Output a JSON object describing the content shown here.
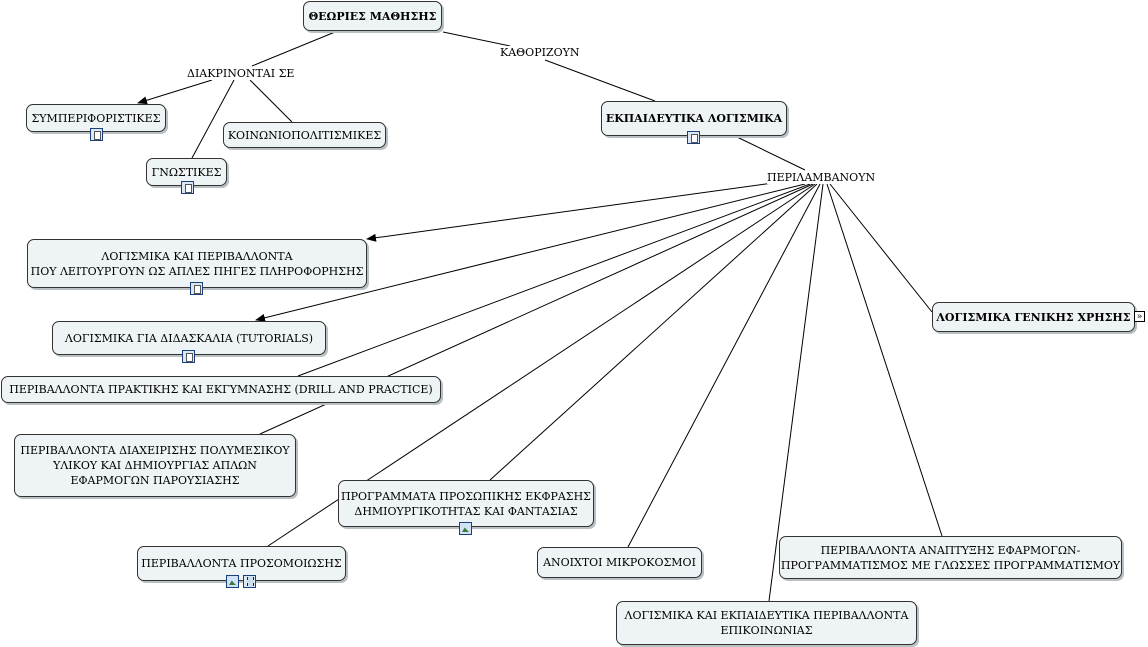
{
  "nodes": {
    "theories": "ΘΕΩΡΙΕΣ ΜΑΘΗΣΗΣ",
    "behaviorist": "ΣΥΜΠΕΡΙΦΟΡΙΣΤΙΚΕΣ",
    "sociocultural": "ΚΟΙΝΩΝΙΟΠΟΛΙΤΙΣΜΙΚΕΣ",
    "cognitive": "ΓΝΩΣΤΙΚΕΣ",
    "edu_software": "ΕΚΠΑΙΔΕΥΤΙΚΑ ΛΟΓΙΣΜΙΚΑ",
    "info_sources_line1": "ΛΟΓΙΣΜΙΚΑ ΚΑΙ ΠΕΡΙΒΑΛΛΟΝΤΑ",
    "info_sources_line2": "ΠΟΥ ΛΕΙΤΟΥΡΓΟΥΝ ΩΣ ΑΠΛΕΣ ΠΗΓΕΣ ΠΛΗΡΟΦΟΡΗΣΗΣ",
    "tutorials": "ΛΟΓΙΣΜΙΚΑ ΓΙΑ ΔΙΔΑΣΚΑΛΙΑ (TUTORIALS)",
    "drill": "ΠΕΡΙΒΑΛΛΟΝΤΑ ΠΡΑΚΤΙΚΗΣ ΚΑΙ ΕΚΓΥΜΝΑΣΗΣ (DRILL AND PRACTICE)",
    "multimedia_line1": "ΠΕΡΙΒΑΛΛΟΝΤΑ ΔΙΑΧΕΙΡΙΣΗΣ ΠΟΛΥΜΕΣΙΚΟΥ",
    "multimedia_line2": "ΥΛΙΚΟΥ ΚΑΙ ΔΗΜΙΟΥΡΓΙΑΣ ΑΠΛΩΝ",
    "multimedia_line3": "ΕΦΑΡΜΟΓΩΝ ΠΑΡΟΥΣΙΑΣΗΣ",
    "expression_line1": "ΠΡΟΓΡΑΜΜΑΤΑ ΠΡΟΣΩΠΙΚΗΣ ΕΚΦΡΑΣΗΣ",
    "expression_line2": "ΔΗΜΙΟΥΡΓΙΚΟΤΗΤΑΣ ΚΑΙ ΦΑΝΤΑΣΙΑΣ",
    "simulation": "ΠΕΡΙΒΑΛΛΟΝΤΑ ΠΡΟΣΟΜΟΙΩΣΗΣ",
    "microworlds": "ΑΝΟΙΧΤΟΙ ΜΙΚΡΟΚΟΣΜΟΙ",
    "communication_line1": "ΛΟΓΙΣΜΙΚΑ ΚΑΙ ΕΚΠΑΙΔΕΥΤΙΚΑ ΠΕΡΙΒΑΛΛΟΝΤΑ",
    "communication_line2": "ΕΠΙΚΟΙΝΩΝΙΑΣ",
    "programming_line1": "ΠΕΡΙΒΑΛΛΟΝΤΑ ΑΝΑΠΤΥΞΗΣ ΕΦΑΡΜΟΓΩΝ-",
    "programming_line2": "ΠΡΟΓΡΑΜΜΑΤΙΣΜΟΣ ΜΕ ΓΛΩΣΣΕΣ ΠΡΟΓΡΑΜΜΑΤΙΣΜΟΥ",
    "general_use": "ΛΟΓΙΣΜΙΚΑ ΓΕΝΙΚΗΣ ΧΡΗΣΗΣ"
  },
  "link_labels": {
    "distinguished": "ΔΙΑΚΡΙΝΟΝΤΑΙ ΣΕ",
    "determine": "ΚΑΘΟΡΙΖΟΥΝ",
    "include": "ΠΕΡΙΛΑΜΒΑΝΟΥΝ"
  },
  "icons": {
    "resource_doc": "document-icon",
    "resource_img": "image-icon",
    "resource_vid": "video-icon",
    "expand": "expand-icon",
    "expand_glyph": "»"
  },
  "colors": {
    "node_fill": "#eef3f5",
    "node_border": "#333333",
    "line": "#000000"
  }
}
